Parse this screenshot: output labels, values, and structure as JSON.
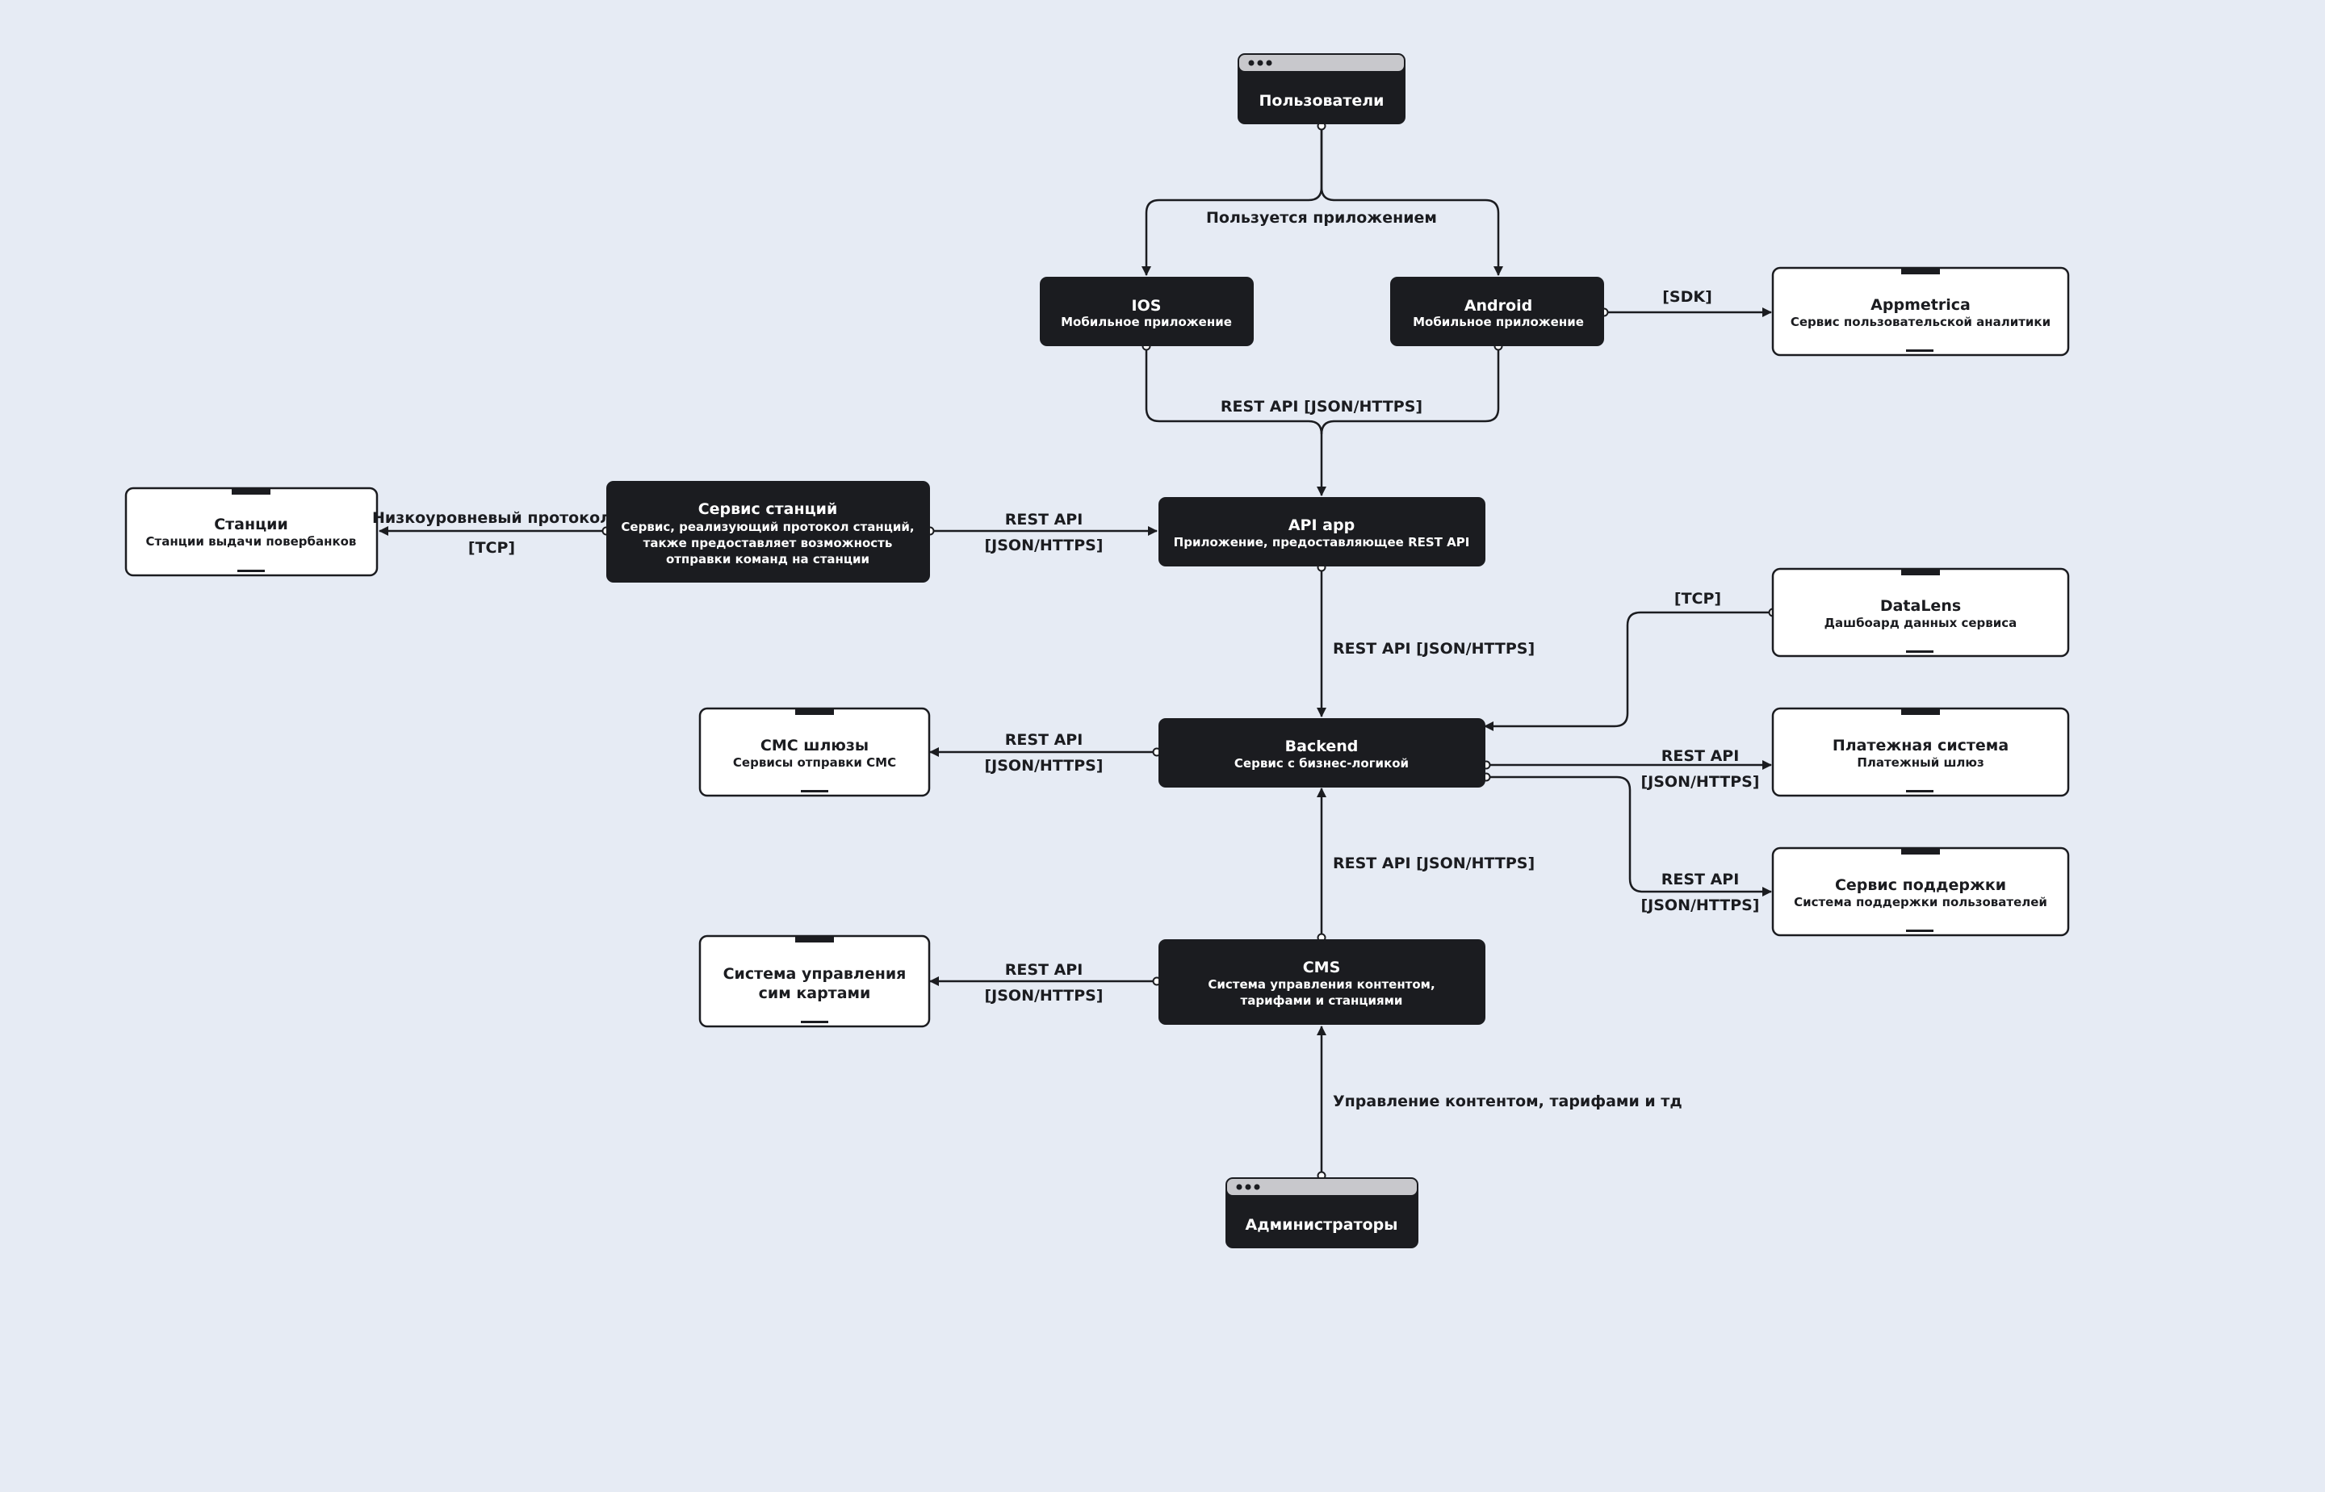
{
  "nodes": {
    "users": {
      "title": "Пользователи"
    },
    "ios": {
      "title": "IOS",
      "sub": [
        "Мобильное приложение"
      ]
    },
    "android": {
      "title": "Android",
      "sub": [
        "Мобильное приложение"
      ]
    },
    "appmetrica": {
      "title": "Appmetrica",
      "sub": [
        "Сервис пользовательской аналитики"
      ]
    },
    "stations": {
      "title": "Станции",
      "sub": [
        "Станции выдачи повербанков"
      ]
    },
    "station_service": {
      "title": "Сервис станций",
      "sub": [
        "Сервис, реализующий протокол станций,",
        "также предоставляет возможность",
        "отправки команд на станции"
      ]
    },
    "api_app": {
      "title": "API app",
      "sub": [
        "Приложение, предоставляющее REST API"
      ]
    },
    "datalens": {
      "title": "DataLens",
      "sub": [
        "Дашбоард данных сервиса"
      ]
    },
    "sms": {
      "title": "СМС шлюзы",
      "sub": [
        "Сервисы отправки СМС"
      ]
    },
    "backend": {
      "title": "Backend",
      "sub": [
        "Сервис с бизнес-логикой"
      ]
    },
    "payment": {
      "title": "Платежная система",
      "sub": [
        "Платежный шлюз"
      ]
    },
    "support": {
      "title": "Сервис поддержки",
      "sub": [
        "Система поддержки пользователей"
      ]
    },
    "sim": {
      "title_lines": [
        "Система управления",
        "сим картами"
      ]
    },
    "cms": {
      "title": "CMS",
      "sub": [
        "Система управления контентом,",
        "тарифами и станциями"
      ]
    },
    "admins": {
      "title": "Администраторы"
    }
  },
  "edges": {
    "users_apps": "Пользуется приложением",
    "android_appmetrica": "[SDK]",
    "apps_api": "REST API [JSON/HTTPS]",
    "service_stations": [
      "Низкоуровневый протокол",
      "[TCP]"
    ],
    "api_service": [
      "REST API",
      "[JSON/HTTPS]"
    ],
    "api_backend": "REST API [JSON/HTTPS]",
    "datalens_backend": "[TCP]",
    "backend_sms": [
      "REST API",
      "[JSON/HTTPS]"
    ],
    "backend_payment": [
      "REST API",
      "[JSON/HTTPS]"
    ],
    "backend_support": [
      "REST API",
      "[JSON/HTTPS]"
    ],
    "cms_backend": "REST API [JSON/HTTPS]",
    "cms_sim": [
      "REST API",
      "[JSON/HTTPS]"
    ],
    "admins_cms": "Управление контентом, тарифами и тд"
  }
}
